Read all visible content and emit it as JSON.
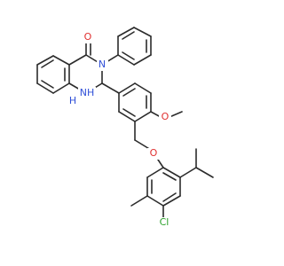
{
  "colors": {
    "bond": "#2b2b2b",
    "oxygen": "#e03030",
    "nitrogen": "#3050d8",
    "chlorine": "#2aa02a"
  },
  "atom_labels": {
    "carbonyl_o": "O",
    "amide_n": "N",
    "amine_nh": "NH",
    "h_of_nh": "H",
    "methoxy_o": "O",
    "ether_o": "O",
    "chlorine": "Cl"
  }
}
